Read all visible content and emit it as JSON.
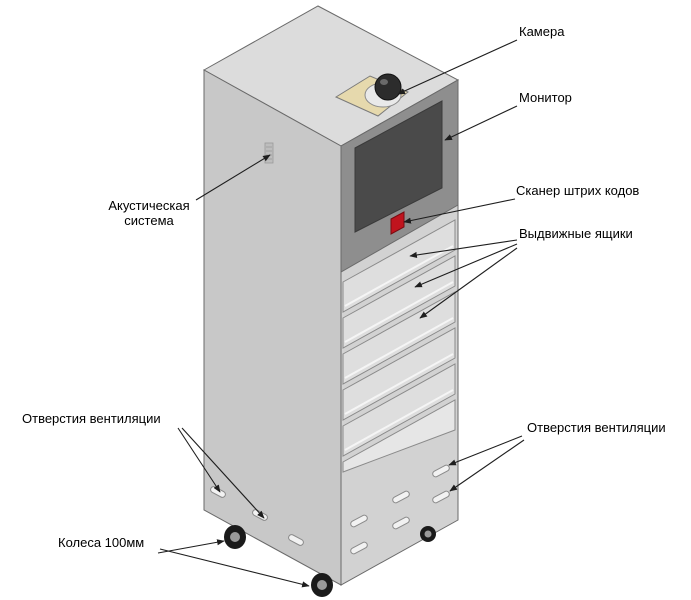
{
  "labels": {
    "camera": "Камера",
    "monitor": "Монитор",
    "acoustic_line1": "Акустическая",
    "acoustic_line2": "система",
    "scanner": "Сканер штрих кодов",
    "drawers": "Выдвижные ящики",
    "vent_left": "Отверстия вентиляции",
    "vent_right": "Отверстия вентиляции",
    "wheels": "Колеса 100мм"
  },
  "colors": {
    "body_light": "#d4d4d4",
    "body_side": "#c4c4c4",
    "body_top": "#dcdcdc",
    "front_dark": "#8e8e8e",
    "screen": "#4a4a4a",
    "scanner_red": "#c0141e",
    "line": "#1e1e1e"
  }
}
